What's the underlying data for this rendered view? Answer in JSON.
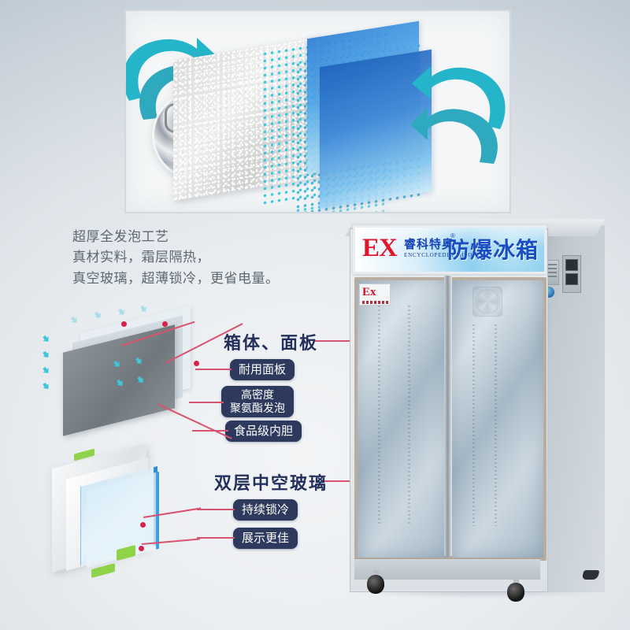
{
  "page": {
    "background_start": "#f2f4f6",
    "background_end": "#b2bec8"
  },
  "illustration": {
    "name": "insulation-cutaway-illustration",
    "border_color": "#d3d8dc",
    "arrow_color": "#25b5ca",
    "dot_mesh_color": "#2fc6e0",
    "glass_blue": "#2f7fd6",
    "foam_cell_label": "foam-cell-magnifier"
  },
  "copy": {
    "line1": "超厚全发泡工艺",
    "line2": "真材实料，霜层隔热，",
    "line3": "真空玻璃，超薄锁冷，更省电量。",
    "text_color": "#5d6870"
  },
  "callouts": {
    "heading_color": "#23305c",
    "pill_bg": "#2d3a5e",
    "pill_text_color": "#ffffff",
    "leader_color": "#d8536f",
    "dot_color": "#e02945",
    "group_panel": {
      "heading": "箱体、面板",
      "items": [
        {
          "label": "耐用面板"
        },
        {
          "label_line1": "高密度",
          "label_line2": "聚氨酯发泡"
        },
        {
          "label": "食品级内胆"
        }
      ]
    },
    "group_glass": {
      "heading": "双层中空玻璃",
      "items": [
        {
          "label": "持续锁冷"
        },
        {
          "label": "展示更佳"
        }
      ]
    }
  },
  "fridge": {
    "name": "explosion-proof-refrigerator",
    "banner": {
      "ex_mark": "EX",
      "ex_color": "#e0162b",
      "brand_cn": "睿科特奥",
      "brand_registered": "®",
      "brand_en": "ENCYCLOPEDIA THEO",
      "product_title": "防爆冰箱",
      "title_color": "#1a4fc4"
    },
    "door_sticker": {
      "label": "Ex"
    },
    "parts": {
      "fan": "interior-fan-grille",
      "caster": "caster-wheel",
      "control_panel": "control-panel",
      "name_plate": "name-plate",
      "blue_badge": "certification-badge"
    }
  }
}
